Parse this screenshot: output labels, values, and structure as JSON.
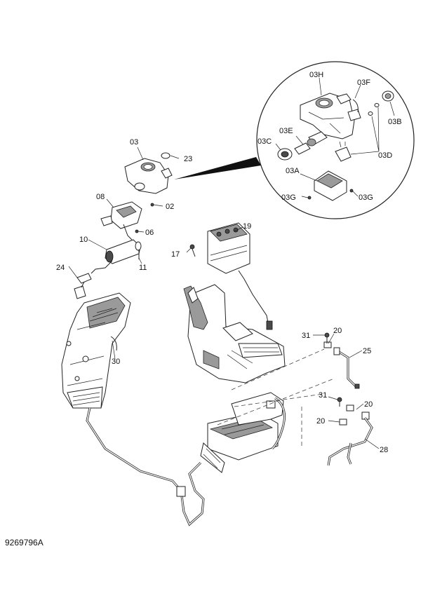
{
  "diagram": {
    "title": "",
    "document_number": "9269796A",
    "callouts": [
      {
        "id": "03",
        "label": "03"
      },
      {
        "id": "23",
        "label": "23"
      },
      {
        "id": "02",
        "label": "02"
      },
      {
        "id": "08",
        "label": "08"
      },
      {
        "id": "06",
        "label": "06"
      },
      {
        "id": "10",
        "label": "10"
      },
      {
        "id": "11",
        "label": "11"
      },
      {
        "id": "24",
        "label": "24"
      },
      {
        "id": "30",
        "label": "30"
      },
      {
        "id": "17",
        "label": "17"
      },
      {
        "id": "19",
        "label": "19"
      },
      {
        "id": "31a",
        "label": "31"
      },
      {
        "id": "20a",
        "label": "20"
      },
      {
        "id": "25",
        "label": "25"
      },
      {
        "id": "31b",
        "label": "31"
      },
      {
        "id": "20b",
        "label": "20"
      },
      {
        "id": "20c",
        "label": "20"
      },
      {
        "id": "28",
        "label": "28"
      }
    ],
    "detail_callouts": [
      {
        "id": "03H",
        "label": "03H"
      },
      {
        "id": "03F",
        "label": "03F"
      },
      {
        "id": "03B",
        "label": "03B"
      },
      {
        "id": "03E",
        "label": "03E"
      },
      {
        "id": "03C",
        "label": "03C"
      },
      {
        "id": "03D",
        "label": "03D"
      },
      {
        "id": "03A",
        "label": "03A"
      },
      {
        "id": "03G-left",
        "label": "03G"
      },
      {
        "id": "03G-right",
        "label": "03G"
      }
    ]
  }
}
